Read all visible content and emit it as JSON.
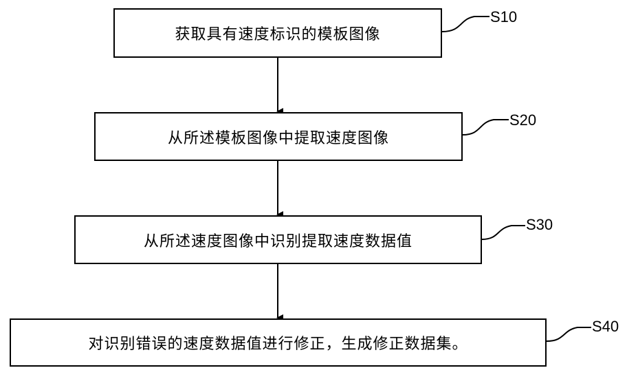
{
  "steps": [
    {
      "id": "S10",
      "label": "S10",
      "text": "获取具有速度标识的模板图像"
    },
    {
      "id": "S20",
      "label": "S20",
      "text": "从所述模板图像中提取速度图像"
    },
    {
      "id": "S30",
      "label": "S30",
      "text": "从所述速度图像中识别提取速度数据值"
    },
    {
      "id": "S40",
      "label": "S40",
      "text": "对识别错误的速度数据值进行修正，生成修正数据集。"
    }
  ],
  "colors": {
    "stroke": "#000000",
    "background": "#ffffff"
  }
}
